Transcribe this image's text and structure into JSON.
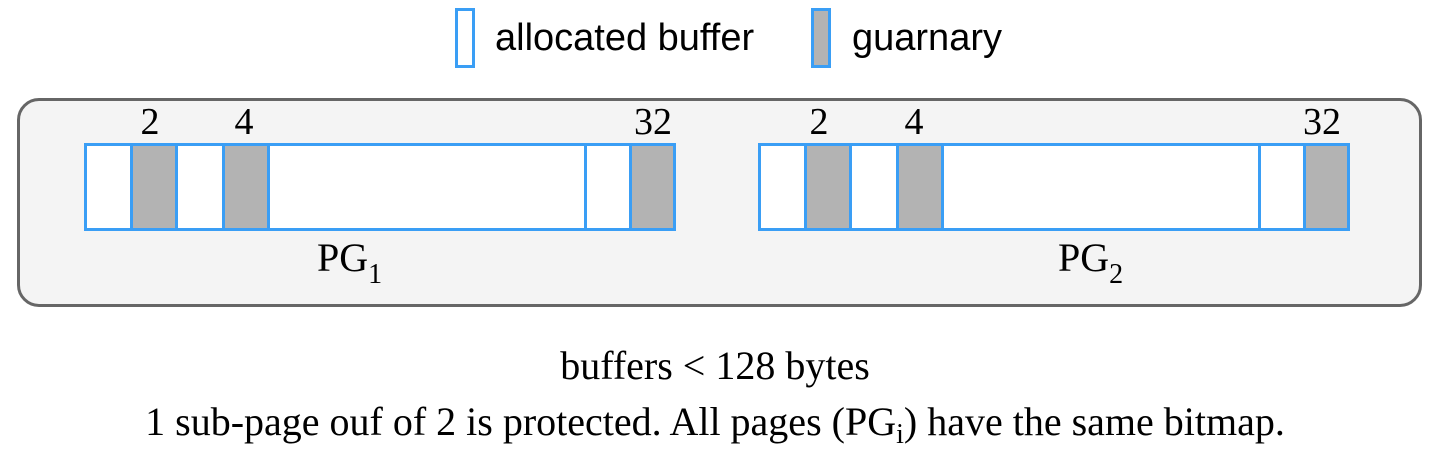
{
  "legend": {
    "allocated_label": "allocated buffer",
    "guard_label": "guarnary",
    "allocated_color": "#ffffff",
    "guard_color": "#b3b3b3",
    "border_color": "#3a9ef5"
  },
  "pages": [
    {
      "name": "PG",
      "subscript": "1",
      "slot_labels": [
        "2",
        "4",
        "32"
      ]
    },
    {
      "name": "PG",
      "subscript": "2",
      "slot_labels": [
        "2",
        "4",
        "32"
      ]
    }
  ],
  "caption": {
    "line1": "buffers < 128 bytes",
    "line2_before": "1 sub-page ouf of 2 is protected. All pages (PG",
    "line2_sub": "i",
    "line2_after": ") have the same bitmap."
  }
}
